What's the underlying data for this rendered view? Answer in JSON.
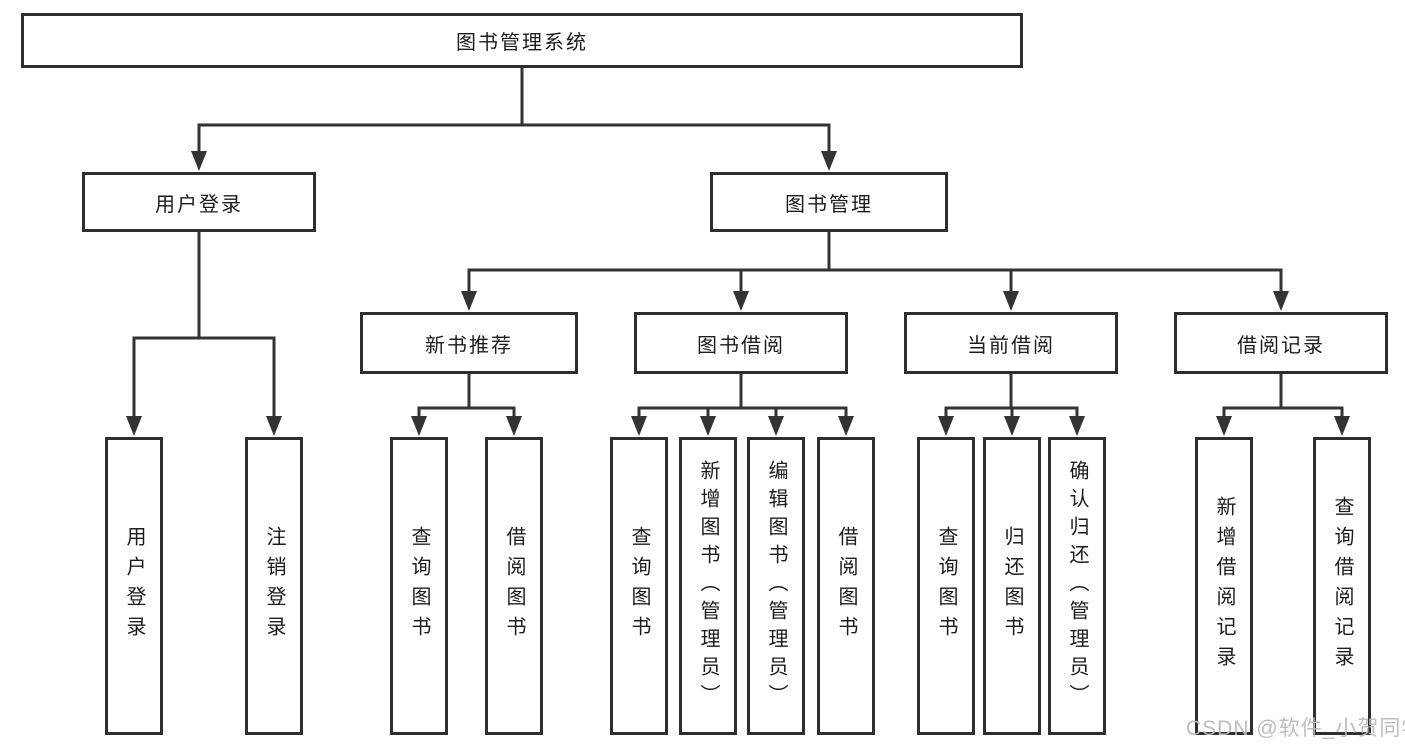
{
  "diagram": {
    "root": {
      "label": "图书管理系统"
    },
    "level1": [
      {
        "label": "用户登录"
      },
      {
        "label": "图书管理"
      }
    ],
    "level2": [
      {
        "label": "新书推荐"
      },
      {
        "label": "图书借阅"
      },
      {
        "label": "当前借阅"
      },
      {
        "label": "借阅记录"
      }
    ],
    "leaves": {
      "user_login": [
        "用户登录",
        "注销登录"
      ],
      "new_books": [
        "查询图书",
        "借阅图书"
      ],
      "book_borrow": [
        "查询图书",
        "新增图书（管理员）",
        "编辑图书（管理员）",
        "借阅图书"
      ],
      "current_borrow": [
        "查询图书",
        "归还图书",
        "确认归还（管理员）"
      ],
      "borrow_records": [
        "新增借阅记录",
        "查询借阅记录"
      ]
    },
    "watermark": "CSDN @软件_小贺同学",
    "colors": {
      "line": "#333333",
      "box_border": "#2e2e2e",
      "text": "#1c1c1c",
      "background": "#ffffff",
      "watermark": "#b9b9b9"
    }
  }
}
